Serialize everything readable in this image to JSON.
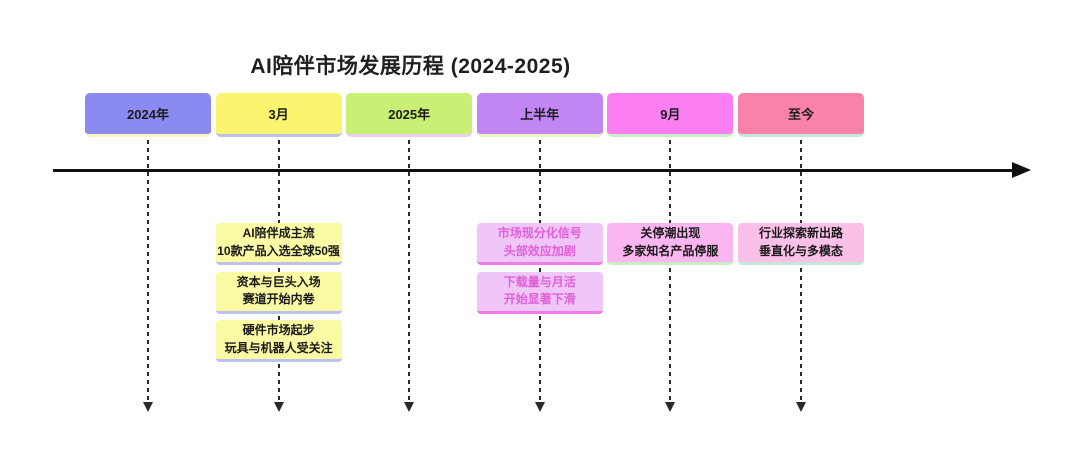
{
  "title": "AI陪伴市场发展历程 (2024-2025)",
  "timeline": {
    "axis_color": "#111111",
    "periods": [
      {
        "label": "2024年",
        "color": "#8a8af0",
        "edge_color": "#fdf3c0",
        "event_color": "#fafaa4",
        "event_text_color": "#1a1a1a",
        "event_edge_color": "#bcc2ea",
        "events": []
      },
      {
        "label": "3月",
        "color": "#f9f56e",
        "edge_color": "#bcc2ea",
        "event_color": "#fafaa4",
        "event_text_color": "#1a1a1a",
        "event_edge_color": "#bcc2ea",
        "events": [
          [
            "AI陪伴成主流",
            "10款产品入选全球50强"
          ],
          [
            "资本与巨头入场",
            "赛道开始内卷"
          ],
          [
            "硬件市场起步",
            "玩具与机器人受关注"
          ]
        ]
      },
      {
        "label": "2025年",
        "color": "#c9ef75",
        "edge_color": "#eccdec",
        "event_color": "#e9d2f6",
        "event_text_color": "#1a1a1a",
        "event_edge_color": "#eccdec",
        "events": []
      },
      {
        "label": "上半年",
        "color": "#c186f4",
        "edge_color": "#e9f8c2",
        "event_color": "#f0c6f8",
        "event_text_color": "#e160d8",
        "event_edge_color": "#f07ae6",
        "events": [
          [
            "市场现分化信号",
            "头部效应加剧"
          ],
          [
            "下载量与月活",
            "开始显著下滑"
          ]
        ]
      },
      {
        "label": "9月",
        "color": "#fb7ef3",
        "edge_color": "#c6efc6",
        "event_color": "#fbb6f1",
        "event_text_color": "#1a1a1a",
        "event_edge_color": "#c6efc6",
        "events": [
          [
            "关停潮出现",
            "多家知名产品停服"
          ]
        ]
      },
      {
        "label": "至今",
        "color": "#fa82a8",
        "edge_color": "#c2e9da",
        "event_color": "#fbc0e8",
        "event_text_color": "#1a1a1a",
        "event_edge_color": "#c2e9da",
        "events": [
          [
            "行业探索新出路",
            "垂直化与多模态"
          ]
        ]
      }
    ]
  }
}
